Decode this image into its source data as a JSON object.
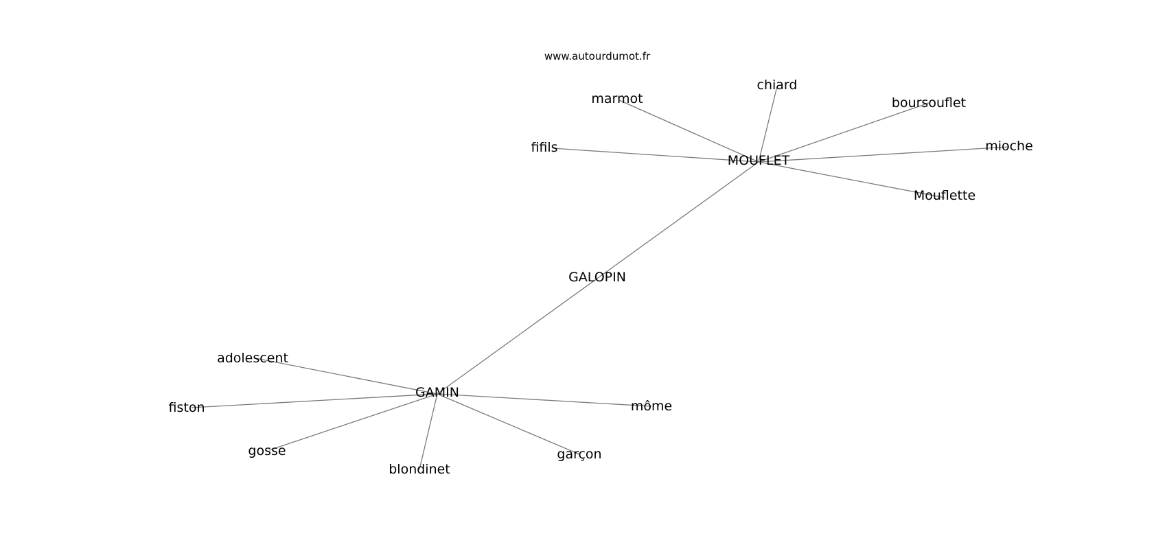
{
  "site_label": "www.autourdumot.fr",
  "nodes": [
    {
      "id": "mouflet",
      "label": "MOUFLET"
    },
    {
      "id": "galopin",
      "label": "GALOPIN"
    },
    {
      "id": "gamin",
      "label": "GAMIN"
    },
    {
      "id": "chiard",
      "label": "chiard"
    },
    {
      "id": "marmot",
      "label": "marmot"
    },
    {
      "id": "boursouflet",
      "label": "boursouflet"
    },
    {
      "id": "fifils",
      "label": "fifils"
    },
    {
      "id": "mioche",
      "label": "mioche"
    },
    {
      "id": "mouflette",
      "label": "Mouflette"
    },
    {
      "id": "adolescent",
      "label": "adolescent"
    },
    {
      "id": "fiston",
      "label": "fiston"
    },
    {
      "id": "mome",
      "label": "môme"
    },
    {
      "id": "gosse",
      "label": "gosse"
    },
    {
      "id": "garcon",
      "label": "garçon"
    },
    {
      "id": "blondinet",
      "label": "blondinet"
    }
  ],
  "edges": [
    [
      "mouflet",
      "gamin"
    ],
    [
      "mouflet",
      "chiard"
    ],
    [
      "mouflet",
      "marmot"
    ],
    [
      "mouflet",
      "boursouflet"
    ],
    [
      "mouflet",
      "fifils"
    ],
    [
      "mouflet",
      "mioche"
    ],
    [
      "mouflet",
      "mouflette"
    ],
    [
      "gamin",
      "adolescent"
    ],
    [
      "gamin",
      "fiston"
    ],
    [
      "gamin",
      "mome"
    ],
    [
      "gamin",
      "gosse"
    ],
    [
      "gamin",
      "garcon"
    ],
    [
      "gamin",
      "blondinet"
    ]
  ]
}
